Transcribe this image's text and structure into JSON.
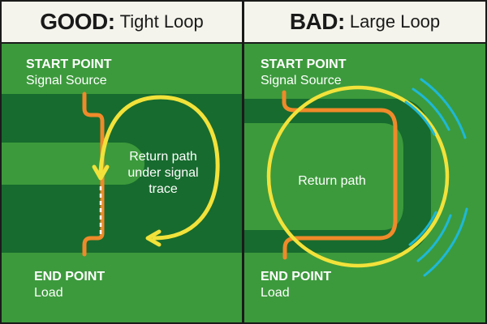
{
  "left_panel": {
    "title_strong": "GOOD:",
    "title_rest": "Tight Loop",
    "start": {
      "heading": "START POINT",
      "sub": "Signal Source"
    },
    "end": {
      "heading": "END POINT",
      "sub": "Load"
    },
    "note": [
      "Return path",
      "under signal",
      "trace"
    ]
  },
  "right_panel": {
    "title_strong": "BAD:",
    "title_rest": "Large Loop",
    "start": {
      "heading": "START POINT",
      "sub": "Signal Source"
    },
    "end": {
      "heading": "END POINT",
      "sub": "Load"
    },
    "note": "Return path"
  },
  "colors": {
    "board": "#3c9a3c",
    "plane": "#176b2e",
    "trace": "#f08a2a",
    "loop": "#f2e23a",
    "emission": "#1eb8d8",
    "header_bg": "#f4f4ec"
  }
}
